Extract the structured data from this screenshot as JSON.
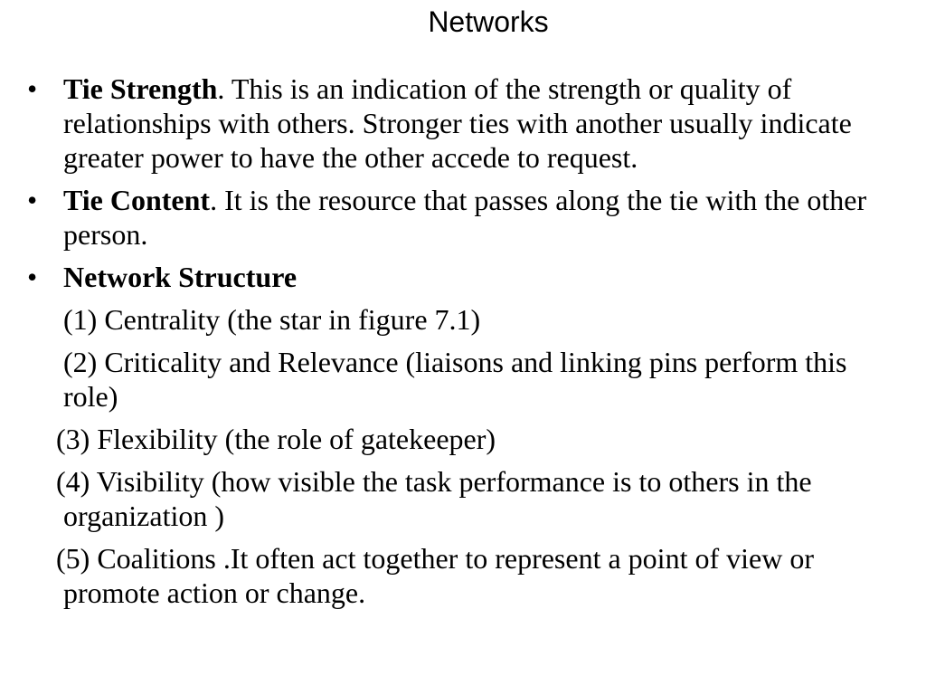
{
  "slide": {
    "title": "Networks",
    "bullet_glyph": "•",
    "bullets": [
      {
        "term": "Tie Strength",
        "text": ". This is an indication of the strength or quality of relationships with others. Stronger ties with another usually indicate greater power to have the other accede to request."
      },
      {
        "term": "Tie Content",
        "text": ". It is the resource that passes along the tie with the other person."
      },
      {
        "term": "Network Structure",
        "text": ""
      }
    ],
    "sub_items": [
      "(1) Centrality (the star in figure 7.1)",
      "(2) Criticality and Relevance (liaisons and linking pins perform this role)",
      "(3) Flexibility (the role of gatekeeper)",
      "(4) Visibility (how visible the task performance is to others in the organization )",
      "(5) Coalitions .It often act together to represent a point of view or promote action or change."
    ]
  }
}
